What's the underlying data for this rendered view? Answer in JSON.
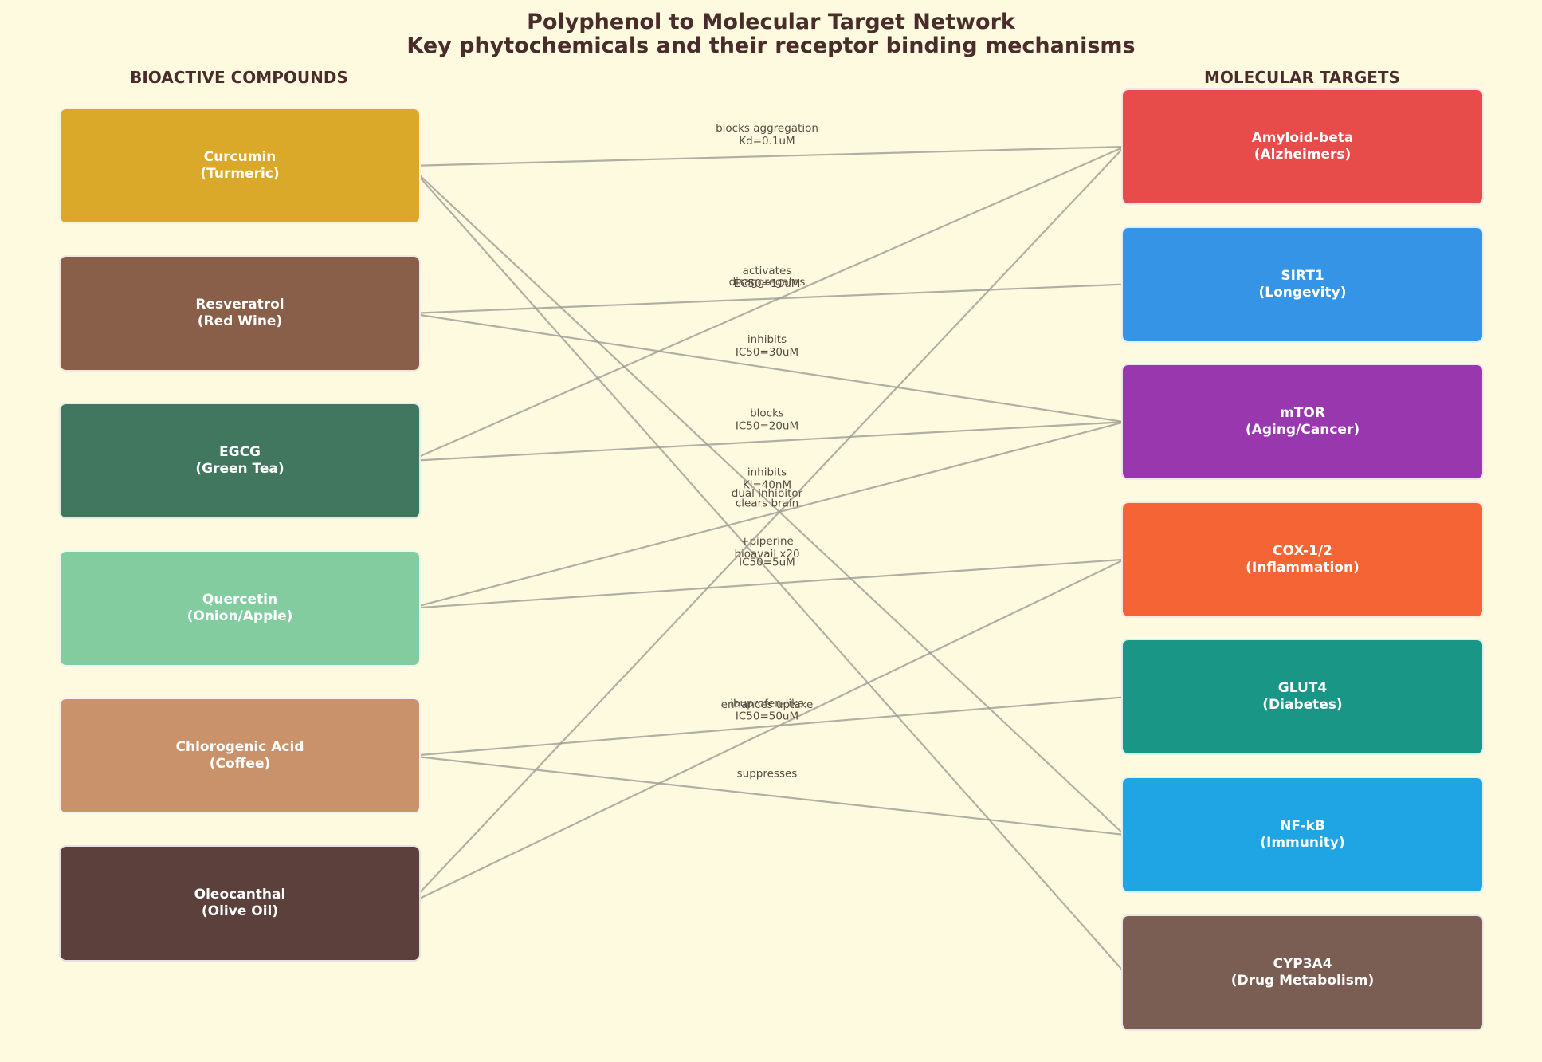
{
  "title": {
    "line1": "Polyphenol to Molecular Target Network",
    "line2": "Key phytochemicals and their receptor binding mechanisms"
  },
  "left_heading": "BIOACTIVE COMPOUNDS",
  "right_heading": "MOLECULAR TARGETS",
  "compounds": [
    {
      "name": "Curcumin",
      "source": "(Turmeric)",
      "color": "#daa92a"
    },
    {
      "name": "Resveratrol",
      "source": "(Red Wine)",
      "color": "#8a5f4a"
    },
    {
      "name": "EGCG",
      "source": "(Green Tea)",
      "color": "#40775e"
    },
    {
      "name": "Quercetin",
      "source": "(Onion/Apple)",
      "color": "#82cca0"
    },
    {
      "name": "Chlorogenic Acid",
      "source": "(Coffee)",
      "color": "#c9926a"
    },
    {
      "name": "Oleocanthal",
      "source": "(Olive Oil)",
      "color": "#5c403b"
    }
  ],
  "targets": [
    {
      "name": "Amyloid-beta",
      "note": "(Alzheimers)",
      "color": "#e84c4a"
    },
    {
      "name": "SIRT1",
      "note": "(Longevity)",
      "color": "#3594e6"
    },
    {
      "name": "mTOR",
      "note": "(Aging/Cancer)",
      "color": "#9938ae"
    },
    {
      "name": "COX-1/2",
      "note": "(Inflammation)",
      "color": "#f56434"
    },
    {
      "name": "GLUT4",
      "note": "(Diabetes)",
      "color": "#1a9686"
    },
    {
      "name": "NF-kB",
      "note": "(Immunity)",
      "color": "#1fa4e4"
    },
    {
      "name": "CYP3A4",
      "note": "(Drug Metabolism)",
      "color": "#7b5e53"
    }
  ],
  "edges": [
    {
      "from": 0,
      "to": 0,
      "lines": [
        "blocks aggregation",
        "Kd=0.1uM"
      ]
    },
    {
      "from": 0,
      "to": 5,
      "lines": [
        "inhibits",
        "Ki=40nM"
      ]
    },
    {
      "from": 0,
      "to": 6,
      "lines": [
        "+piperine",
        "bioavail x20"
      ]
    },
    {
      "from": 1,
      "to": 1,
      "lines": [
        "activates",
        "EC50=10uM"
      ]
    },
    {
      "from": 1,
      "to": 2,
      "lines": [
        "inhibits",
        "IC50=30uM"
      ]
    },
    {
      "from": 2,
      "to": 0,
      "lines": [
        "disaggregates"
      ]
    },
    {
      "from": 2,
      "to": 2,
      "lines": [
        "blocks",
        "IC50=20uM"
      ]
    },
    {
      "from": 3,
      "to": 2,
      "lines": [
        "dual inhibitor"
      ]
    },
    {
      "from": 3,
      "to": 3,
      "lines": [
        "IC50=5uM"
      ]
    },
    {
      "from": 4,
      "to": 4,
      "lines": [
        "enhances uptake"
      ]
    },
    {
      "from": 4,
      "to": 5,
      "lines": [
        "suppresses"
      ]
    },
    {
      "from": 5,
      "to": 0,
      "lines": [
        "clears brain"
      ]
    },
    {
      "from": 5,
      "to": 3,
      "lines": [
        "ibuprofen-like",
        "IC50=50uM"
      ]
    }
  ]
}
